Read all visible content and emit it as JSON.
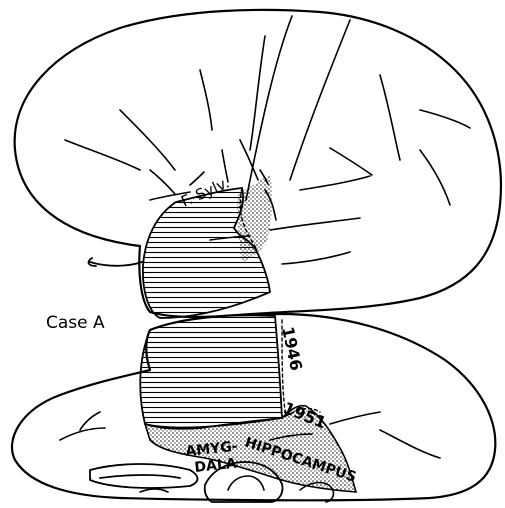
{
  "figure": {
    "case_label": "Case A",
    "labels": {
      "sylvian_fissure": "F. Sylv.",
      "year_first": "1946",
      "year_second": "1951",
      "amygdala_line1": "AMYG-",
      "amygdala_line2": "DALA",
      "hippocampus": "HIPPOCAMPUS"
    },
    "colors": {
      "ink": "#000000",
      "background": "#ffffff"
    }
  }
}
